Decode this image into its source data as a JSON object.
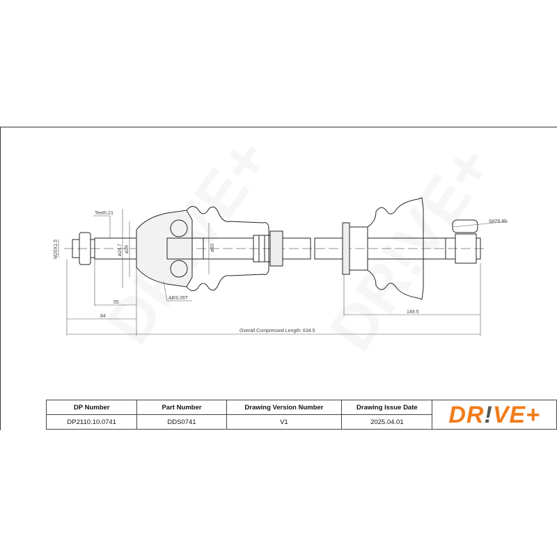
{
  "drawing": {
    "labels": {
      "teeth": "Teeth:21",
      "thread": "M20X1.5",
      "dia_spline": "ø24.7",
      "dia_flange": "ø26",
      "dia_joint": "ø83",
      "abs": "ABS:26T",
      "dim_55": "55",
      "dim_84": "84",
      "dim_149": "149.5",
      "seal": "S#29.95",
      "overall": "Overall Compressed Length: 634.5"
    },
    "watermark": "DRIVE+"
  },
  "title_block": {
    "headers": [
      "DP Number",
      "Part Number",
      "Drawing Version Number",
      "Drawing Issue Date"
    ],
    "values": [
      "DP2110.10.0741",
      "DDS0741",
      "V1",
      "2025.04.01"
    ],
    "logo": {
      "part1": "DR",
      "bang": "!",
      "part2": "VE+"
    },
    "colors": {
      "brand_orange": "#f07c1a",
      "brand_gray": "#555555"
    }
  }
}
